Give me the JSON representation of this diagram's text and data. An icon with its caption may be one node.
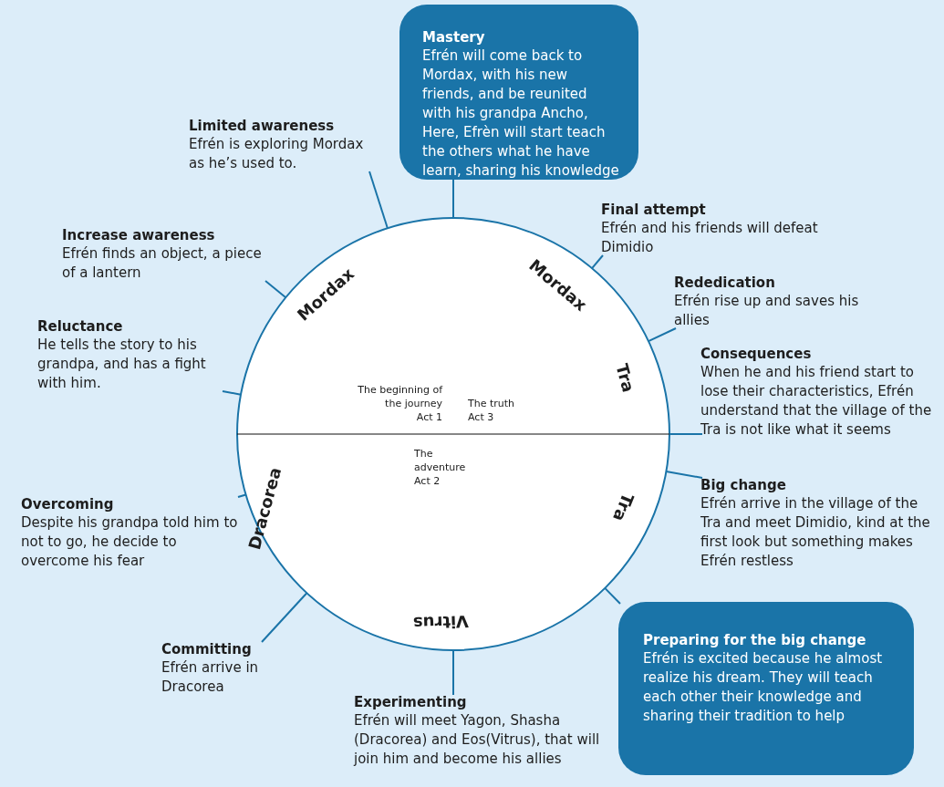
{
  "diagram": {
    "nodes": [
      {
        "text": [
          "Mastery",
          "Efrén will come back to Mordax, with his new friends, and be reunited with his grandpa Ancho, Here, Efrèn will start teach the others what he have learn, sharing his knowledge"
        ]
      },
      {
        "text": [
          "Limited awareness",
          "Efrén is exploring Mordax as he’s used to."
        ]
      },
      {
        "text": [
          "Final attempt",
          "Efrén and his friends will defeat Dimidio"
        ]
      },
      {
        "text": [
          "Increase awareness",
          "Efrén finds an object, a piece of a lantern"
        ]
      },
      {
        "text": [
          "Rededication",
          "Efrén rise up and saves his allies"
        ]
      },
      {
        "text": [
          "Reluctance",
          "He tells the story to his grandpa, and has a fight with him."
        ]
      },
      {
        "text": [
          "Consequences",
          "When he and his friend start to lose their characteristics, Efrén understand that the village of the Tra is not like what it seems"
        ]
      },
      {
        "text": [
          "Big change",
          "Efrén arrive in the village of the Tra and meet Dimidio, kind at the first look but something makes Efrén restless"
        ]
      },
      {
        "text": [
          "Overcoming",
          "Despite his grandpa told him to not to go, he decide to overcome his fear"
        ]
      },
      {
        "text": [
          "Preparing for the big change",
          "Efrén is excited because he almost realize his dream. They will teach each other their knowledge and sharing their tradition to help"
        ]
      },
      {
        "text": [
          "Committing",
          "Efrén arrive in Dracorea"
        ]
      },
      {
        "text": [
          "Experimenting",
          "Efrén will meet Yagon, Shasha (Dracorea) and Eos(Vitrus), that will join him and become his allies"
        ]
      },
      {
        "text": [
          "The beginning of the journey",
          "Act 1",
          "The truth",
          "Act 3",
          "The adventure",
          "Act 2"
        ]
      }
    ],
    "edges": [
      {
        "from": 0,
        "to": 12,
        "arrow": "none"
      },
      {
        "from": 1,
        "to": 12,
        "arrow": "none"
      },
      {
        "from": 2,
        "to": 12,
        "arrow": "none"
      },
      {
        "from": 3,
        "to": 12,
        "arrow": "none"
      },
      {
        "from": 4,
        "to": 12,
        "arrow": "none"
      },
      {
        "from": 5,
        "to": 12,
        "arrow": "none"
      },
      {
        "from": 6,
        "to": 12,
        "arrow": "none"
      },
      {
        "from": 7,
        "to": 12,
        "arrow": "none"
      },
      {
        "from": 8,
        "to": 12,
        "arrow": "none"
      },
      {
        "from": 9,
        "to": 12,
        "arrow": "none"
      },
      {
        "from": 10,
        "to": 12,
        "arrow": "none"
      },
      {
        "from": 11,
        "to": 12,
        "arrow": "none"
      }
    ],
    "labels": [
      "Mordax",
      "Mordax",
      "Tra",
      "Dracorea",
      "Tra",
      "Vitrus"
    ]
  }
}
